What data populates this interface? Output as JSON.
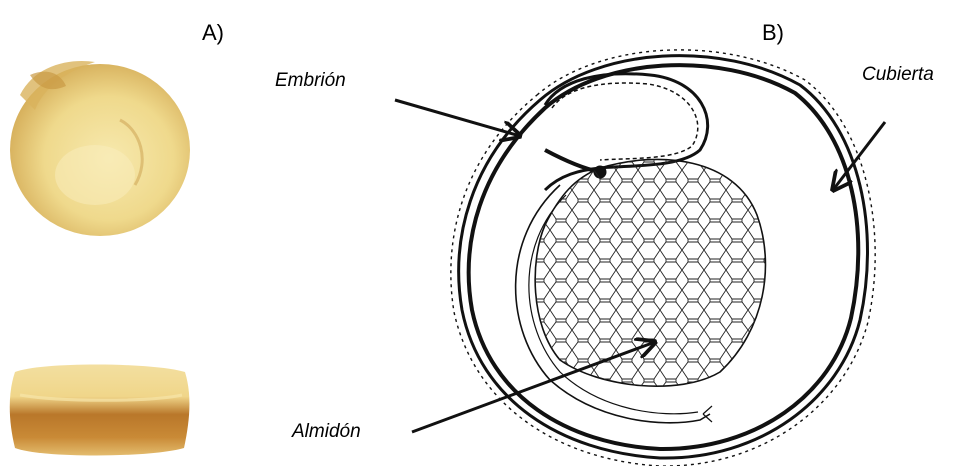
{
  "panels": {
    "a_label": "A)",
    "b_label": "B)"
  },
  "callouts": {
    "embryo": "Embrión",
    "coat": "Cubierta",
    "starch": "Almidón"
  },
  "colors": {
    "seed_light": "#f4e3a0",
    "seed_mid": "#e2c06a",
    "seed_dark": "#b07a2e",
    "ink": "#111111"
  }
}
